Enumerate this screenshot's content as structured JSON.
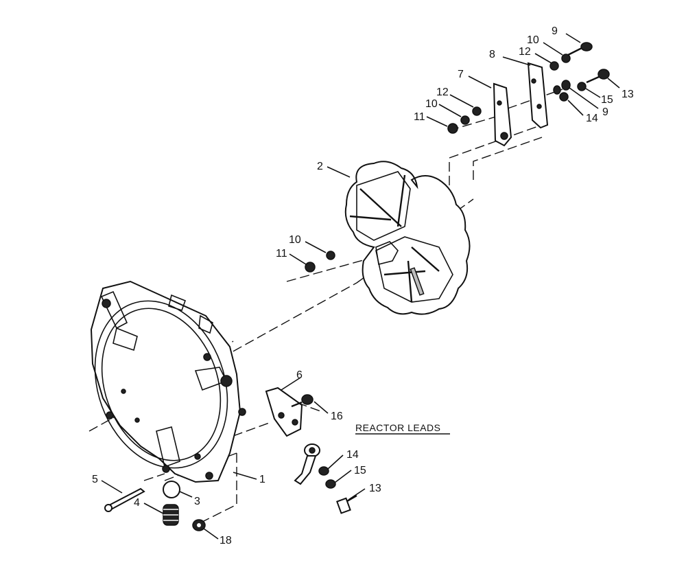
{
  "diagram": {
    "section_label": "REACTOR LEADS",
    "callouts": [
      {
        "id": "c9a",
        "text": "9"
      },
      {
        "id": "c10a",
        "text": "10"
      },
      {
        "id": "c8",
        "text": "8"
      },
      {
        "id": "c12a",
        "text": "12"
      },
      {
        "id": "c7",
        "text": "7"
      },
      {
        "id": "c12b",
        "text": "12"
      },
      {
        "id": "c10b",
        "text": "10"
      },
      {
        "id": "c11a",
        "text": "11"
      },
      {
        "id": "c13a",
        "text": "13"
      },
      {
        "id": "c15a",
        "text": "15"
      },
      {
        "id": "c9b",
        "text": "9"
      },
      {
        "id": "c14a",
        "text": "14"
      },
      {
        "id": "c2",
        "text": "2"
      },
      {
        "id": "c10c",
        "text": "10"
      },
      {
        "id": "c11b",
        "text": "11"
      },
      {
        "id": "c6",
        "text": "6"
      },
      {
        "id": "c16",
        "text": "16"
      },
      {
        "id": "c14b",
        "text": "14"
      },
      {
        "id": "c15b",
        "text": "15"
      },
      {
        "id": "c13b",
        "text": "13"
      },
      {
        "id": "c1",
        "text": "1"
      },
      {
        "id": "c5",
        "text": "5"
      },
      {
        "id": "c3",
        "text": "3"
      },
      {
        "id": "c4",
        "text": "4"
      },
      {
        "id": "c18",
        "text": "18"
      }
    ]
  }
}
